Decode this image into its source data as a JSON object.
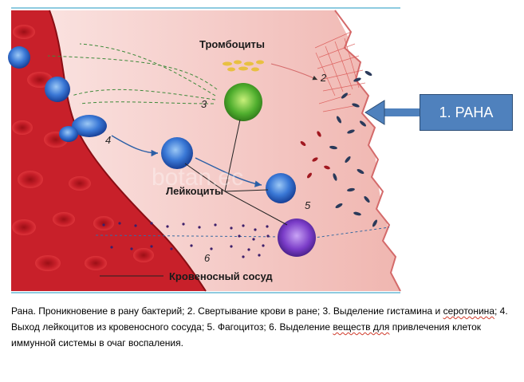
{
  "labels": {
    "platelets": "Тромбоциты",
    "leukocytes": "Лейкоциты",
    "vessel": "Кровеносный сосуд",
    "watermark": "botan.ec"
  },
  "step_numbers": [
    "2",
    "3",
    "4",
    "5",
    "6"
  ],
  "callout": {
    "text": "1. РАНА"
  },
  "caption": {
    "part1": "Рана. Проникновение в рану бактерий; 2. Свертывание крови в ране; 3. Выделение гистамина и ",
    "underlined1": "серотонина",
    "part2": "; 4. Выход лейкоцитов из кровеносного сосуда; 5. Фагоцитоз; 6. Выделение ",
    "underlined2": "веществ для",
    "part3": " привлечения клеток иммунной системы в очаг воспаления."
  },
  "colors": {
    "vessel": "#c8202a",
    "tissue": "#f6d2d0",
    "leukocyte": "#2a5fc4",
    "platelet_cell": "#4aa832",
    "macrophage": "#7a3cc8",
    "callout_fill": "#4f81bd",
    "frame_line": "#8ecbe0"
  }
}
